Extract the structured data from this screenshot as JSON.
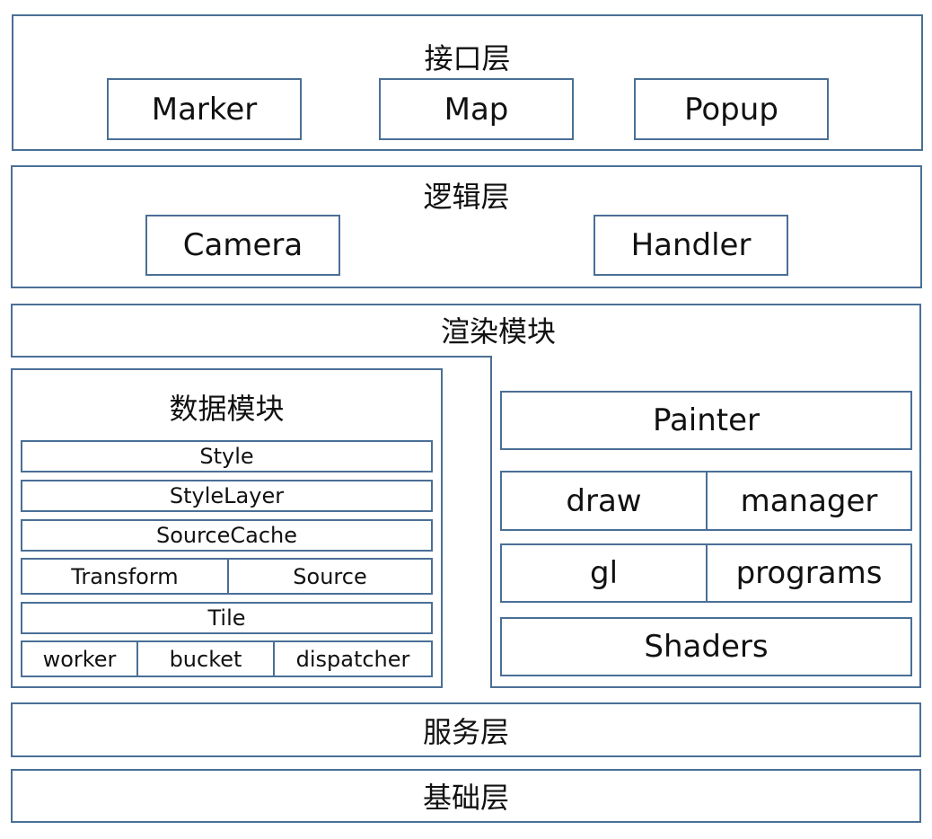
{
  "interface_layer": {
    "title": "接口层",
    "items": [
      "Marker",
      "Map",
      "Popup"
    ]
  },
  "logic_layer": {
    "title": "逻辑层",
    "items": [
      "Camera",
      "Handler"
    ]
  },
  "render_module": {
    "title": "渲染模块",
    "painter": "Painter",
    "row1": [
      "draw",
      "manager"
    ],
    "row2": [
      "gl",
      "programs"
    ],
    "shaders": "Shaders"
  },
  "data_module": {
    "title": "数据模块",
    "style": "Style",
    "style_layer": "StyleLayer",
    "source_cache": "SourceCache",
    "transform": "Transform",
    "source": "Source",
    "tile": "Tile",
    "worker": "worker",
    "bucket": "bucket",
    "dispatcher": "dispatcher"
  },
  "service_layer": {
    "title": "服务层"
  },
  "base_layer": {
    "title": "基础层"
  },
  "colors": {
    "border": "#4a6f96",
    "text": "#111111"
  }
}
